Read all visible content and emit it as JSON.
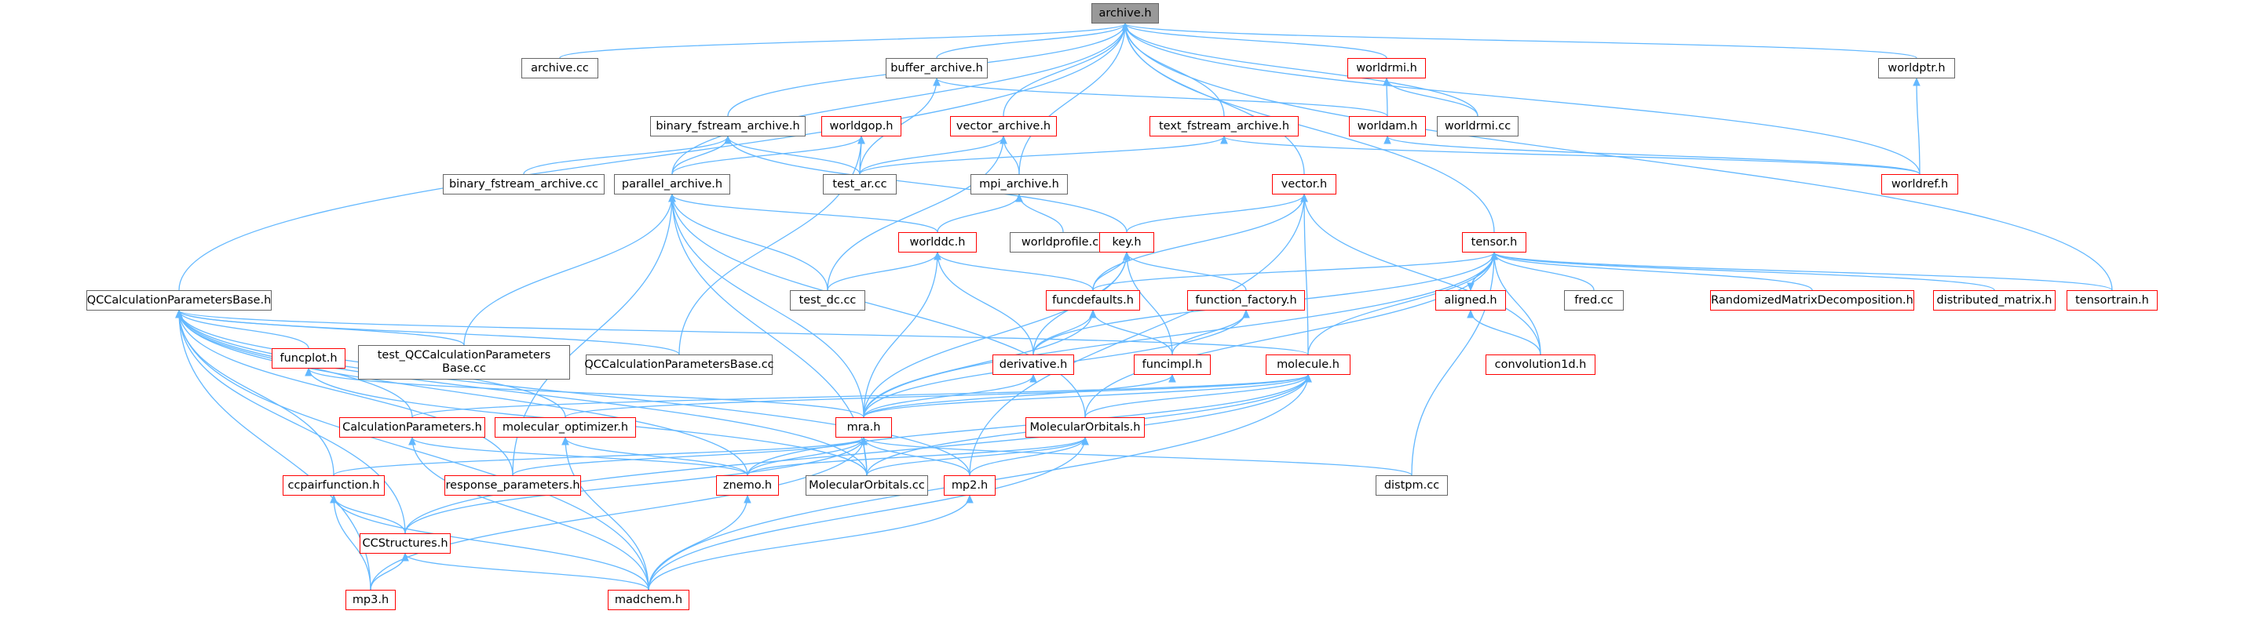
{
  "colors": {
    "edge": "#63b8ff",
    "incomplete_border": "#ff0000",
    "complete_border": "#666666",
    "focus_fill": "#999999"
  },
  "nodes": {
    "archive_h": "archive.h",
    "archive_cc": "archive.cc",
    "buffer_archive_h": "buffer_archive.h",
    "worldrmi_h": "worldrmi.h",
    "worldptr_h": "worldptr.h",
    "binary_fstream_archive_h": "binary_fstream_archive.h",
    "worldgop_h": "worldgop.h",
    "vector_archive_h": "vector_archive.h",
    "text_fstream_archive_h": "text_fstream_archive.h",
    "worldam_h": "worldam.h",
    "worldrmi_cc": "worldrmi.cc",
    "binary_fstream_archive_cc": "binary_fstream_archive.cc",
    "parallel_archive_h": "parallel_archive.h",
    "test_ar_cc": "test_ar.cc",
    "mpi_archive_h": "mpi_archive.h",
    "vector_h": "vector.h",
    "worldref_h": "worldref.h",
    "worlddc_h": "worlddc.h",
    "worldprofile_cc": "worldprofile.cc",
    "key_h": "key.h",
    "tensor_h": "tensor.h",
    "qccalc_base_h": "QCCalculationParametersBase.h",
    "test_dc_cc": "test_dc.cc",
    "funcdefaults_h": "funcdefaults.h",
    "function_factory_h": "function_factory.h",
    "aligned_h": "aligned.h",
    "fred_cc": "fred.cc",
    "randomized_h": "RandomizedMatrixDecomposition.h",
    "distributed_matrix_h": "distributed_matrix.h",
    "tensortrain_h": "tensortrain.h",
    "funcplot_h": "funcplot.h",
    "test_qccalc_cc": "test_QCCalculationParameters\nBase.cc",
    "qccalc_base_cc": "QCCalculationParametersBase.cc",
    "derivative_h": "derivative.h",
    "funcimpl_h": "funcimpl.h",
    "convolution1d_h": "convolution1d.h",
    "molecule_h": "molecule.h",
    "calcparams_h": "CalculationParameters.h",
    "molecular_optimizer_h": "molecular_optimizer.h",
    "mra_h": "mra.h",
    "molecularorbitals_h": "MolecularOrbitals.h",
    "ccpairfunction_h": "ccpairfunction.h",
    "response_parameters_h": "response_parameters.h",
    "znemo_h": "znemo.h",
    "molecularorbitals_cc": "MolecularOrbitals.cc",
    "mp2_h": "mp2.h",
    "distpm_cc": "distpm.cc",
    "ccstructures_h": "CCStructures.h",
    "mp3_h": "mp3.h",
    "madchem_h": "madchem.h"
  }
}
